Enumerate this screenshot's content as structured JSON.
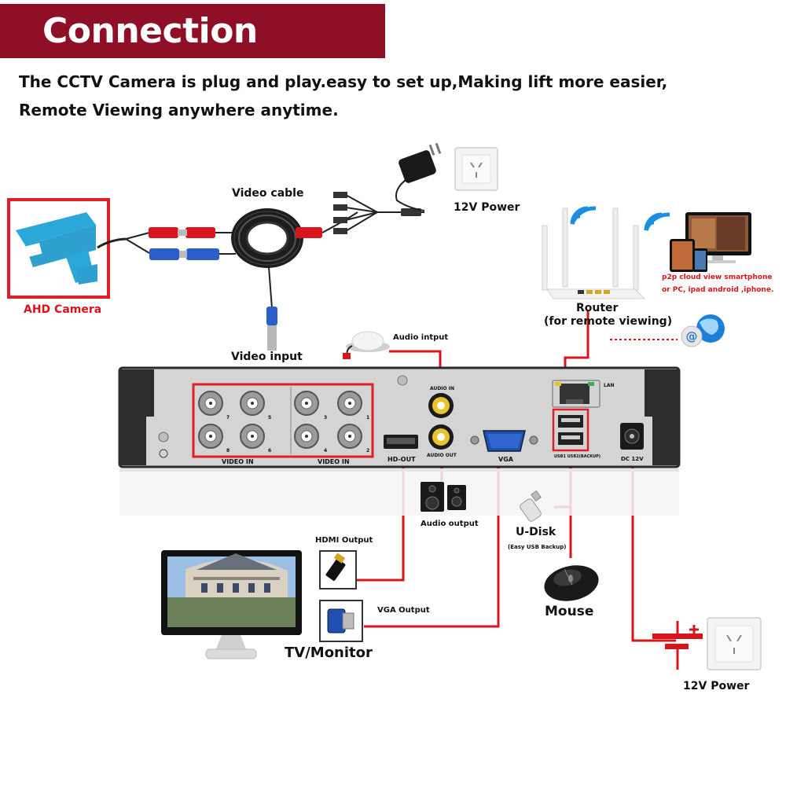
{
  "header": {
    "title": "Connection Diagram"
  },
  "intro": {
    "line1": "The CCTV Camera is plug and play.easy to set up,Making lift more easier,",
    "line2": "Remote Viewing anywhere anytime."
  },
  "labels": {
    "video_cable": "Video cable",
    "power_top": "12V Power",
    "camera": "AHD Camera",
    "video_input": "Video input",
    "router": "Router",
    "router_sub": "(for remote viewing)",
    "p2p_line1": "p2p cloud  view smartphone",
    "p2p_line2": "or PC, ipad android ,iphone.",
    "audio_input": "Audio intput",
    "audio_output": "Audio output",
    "hdmi_output": "HDMI Output",
    "vga_output": "VGA Output",
    "udisk": "U-Disk",
    "udisk_sub": "(Easy USB Backup)",
    "mouse": "Mouse",
    "tv_monitor": "TV/Monitor",
    "power_bottom": "12V Power"
  },
  "panel": {
    "video_in_left": "VIDEO IN",
    "video_in_right": "VIDEO IN",
    "audio_in": "AUDIO IN",
    "audio_out": "AUDIO OUT",
    "hd_out": "HD-OUT",
    "vga": "VGA",
    "lan": "LAN",
    "usb": "USB1    USB2(BACKUP)",
    "dc": "DC 12V",
    "ch7": "7",
    "ch5": "5",
    "ch8": "8",
    "ch6": "6",
    "ch3": "3",
    "ch1": "1",
    "ch4": "4",
    "ch2": "2"
  },
  "colors": {
    "banner": "#8e0f26",
    "wire": "#d8141c",
    "camera_blue": "#2aa8d8",
    "dvr_body": "#d3d3d3",
    "dvr_border": "#2a2a2a"
  },
  "icons": {
    "camera": "cctv-camera-icon",
    "adapter": "power-adapter-icon",
    "socket": "wall-socket-icon",
    "router": "wifi-router-icon",
    "devices": "devices-icon",
    "globe": "internet-globe-icon",
    "microphone": "microphone-icon",
    "speakers": "speakers-icon",
    "monitor": "monitor-icon",
    "hdmi": "hdmi-connector-icon",
    "vga": "vga-connector-icon",
    "usb": "usb-disk-icon",
    "mouse": "mouse-icon",
    "battery": "dc-power-symbol-icon"
  }
}
